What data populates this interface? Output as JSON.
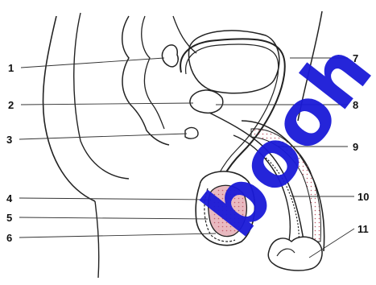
{
  "diagram": {
    "labels_left": [
      "1",
      "2",
      "3",
      "4",
      "5",
      "6"
    ],
    "labels_right": [
      "7",
      "8",
      "9",
      "10",
      "11"
    ]
  },
  "watermark": {
    "text": "booh",
    "color": "#1a1ad8"
  },
  "colors": {
    "line": "#222222",
    "tissue_fill": "#e8b9c0",
    "dots": "#c2606e"
  }
}
